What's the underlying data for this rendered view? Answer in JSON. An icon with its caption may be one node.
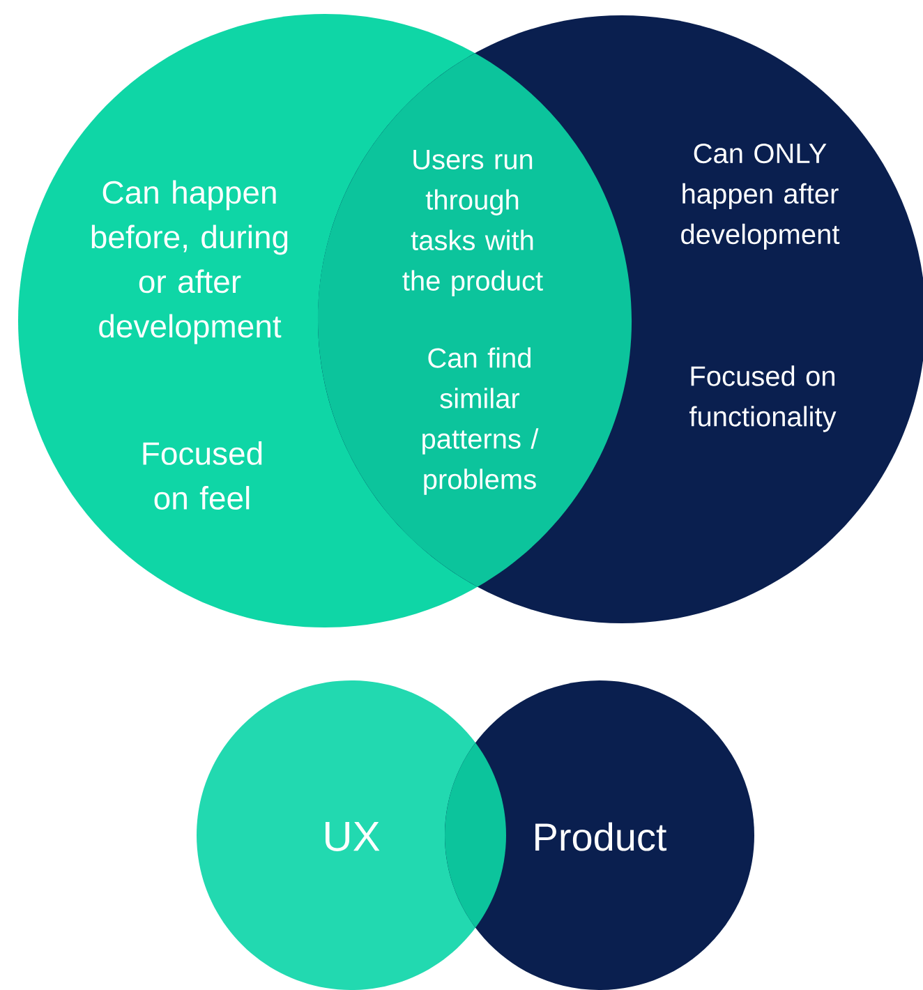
{
  "diagram": {
    "nodes": [
      {
        "text": [
          "Can happen before, during or after development",
          "Focused on feel"
        ]
      },
      {
        "text": [
          "Can ONLY happen after development",
          "Focused on functionality"
        ]
      },
      {
        "text": [
          "Users run through tasks with the product",
          "Can find similar patterns / problems"
        ]
      },
      {
        "text": [
          "UX"
        ]
      },
      {
        "text": [
          "Product"
        ]
      },
      {
        "text": [],
        "shape": "lens"
      }
    ]
  }
}
